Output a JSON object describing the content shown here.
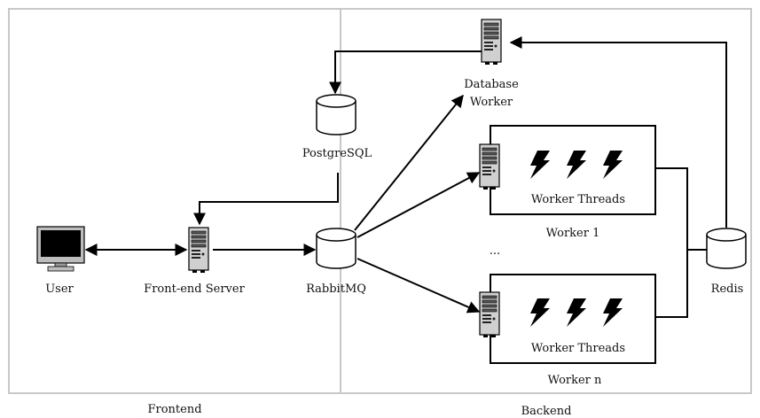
{
  "regions": {
    "frontend": "Frontend",
    "backend": "Backend"
  },
  "nodes": {
    "user": "User",
    "frontend_server": "Front-end Server",
    "rabbitmq": "RabbitMQ",
    "postgresql": "PostgreSQL",
    "db_worker_line1": "Database",
    "db_worker_line2": "Worker",
    "worker1_threads": "Worker Threads",
    "worker1_name": "Worker 1",
    "ellipsis": "...",
    "workern_threads": "Worker Threads",
    "workern_name": "Worker n",
    "redis": "Redis"
  }
}
